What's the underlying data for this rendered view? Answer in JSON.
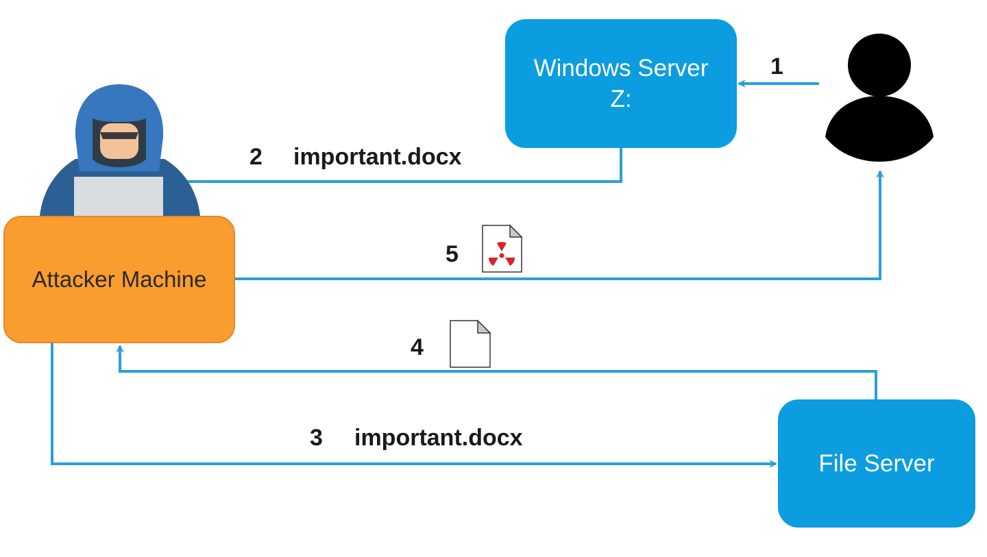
{
  "colors": {
    "server_blue": "#0b9ddf",
    "attacker_orange": "#fa9c2e",
    "connector_blue": "#2a9fd8",
    "radiation_red": "#d9232a",
    "hoodie_blue": "#2f6aaa",
    "skin": "#f2c29b",
    "laptop_gray": "#d8dde1",
    "user_black": "#000000"
  },
  "nodes": {
    "windows_server": {
      "line1": "Windows Server",
      "line2": "Z:"
    },
    "attacker_machine": {
      "label": "Attacker Machine"
    },
    "file_server": {
      "label": "File Server"
    }
  },
  "steps": [
    {
      "number": "1",
      "from": "user",
      "to": "windows_server"
    },
    {
      "number": "2",
      "file": "important.docx",
      "from": "windows_server",
      "to": "attacker_machine"
    },
    {
      "number": "3",
      "file": "important.docx",
      "from": "attacker_machine",
      "to": "file_server"
    },
    {
      "number": "4",
      "icon": "blank-document-icon",
      "from": "file_server",
      "to": "attacker_machine"
    },
    {
      "number": "5",
      "icon": "malicious-document-icon",
      "from": "attacker_machine",
      "to": "user"
    }
  ],
  "icons": {
    "attacker": "hooded-hacker-icon",
    "user": "user-silhouette-icon",
    "step4_document": "blank-document-icon",
    "step5_document": "malicious-document-icon"
  }
}
